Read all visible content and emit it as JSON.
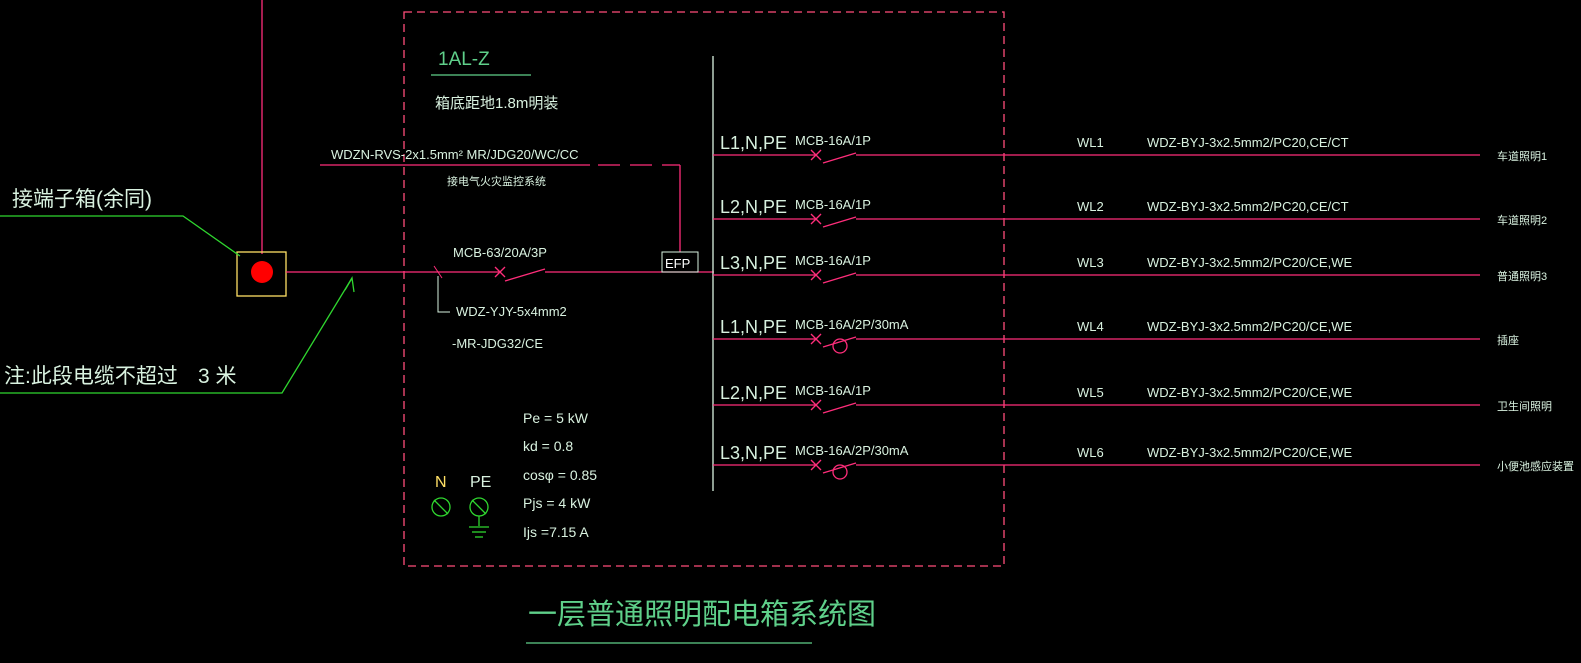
{
  "colors": {
    "background": "#000000",
    "wire": "#ff2d7a",
    "frame": "#ff4d7a",
    "leader": "#2fd62f",
    "text": "#5fd08a",
    "text_light": "#d9f2e0",
    "highlight": "#ffe066",
    "dot": "#ff0000"
  },
  "panel": {
    "name": "1AL-Z",
    "mount_note": "箱底距地1.8m明装"
  },
  "incoming": {
    "fire_cable": "WDZN-RVS-2x1.5mm²  MR/JDG20/WC/CC",
    "fire_note": "接电气火灾监控系统",
    "main_breaker": "MCB-63/20A/3P",
    "cable": "WDZ-YJY-5x4mm2",
    "cable_route": "-MR-JDG32/CE",
    "efp_label": "EFP"
  },
  "left_notes": {
    "terminal_box": "接端子箱(余同)",
    "length_note": "注:此段电缆不超过",
    "length_value": "3 米"
  },
  "circuits": [
    {
      "phase": "L1,N,PE",
      "breaker": "MCB-16A/1P",
      "id": "WL1",
      "cable": "WDZ-BYJ-3x2.5mm2/PC20,CE/CT",
      "load": "车道照明1",
      "rcd": false
    },
    {
      "phase": "L2,N,PE",
      "breaker": "MCB-16A/1P",
      "id": "WL2",
      "cable": "WDZ-BYJ-3x2.5mm2/PC20,CE/CT",
      "load": "车道照明2",
      "rcd": false
    },
    {
      "phase": "L3,N,PE",
      "breaker": "MCB-16A/1P",
      "id": "WL3",
      "cable": "WDZ-BYJ-3x2.5mm2/PC20/CE,WE",
      "load": "普通照明3",
      "rcd": false
    },
    {
      "phase": "L1,N,PE",
      "breaker": "MCB-16A/2P/30mA",
      "id": "WL4",
      "cable": "WDZ-BYJ-3x2.5mm2/PC20/CE,WE",
      "load": "插座",
      "rcd": true
    },
    {
      "phase": "L2,N,PE",
      "breaker": "MCB-16A/1P",
      "id": "WL5",
      "cable": "WDZ-BYJ-3x2.5mm2/PC20/CE,WE",
      "load": "卫生间照明",
      "rcd": false
    },
    {
      "phase": "L3,N,PE",
      "breaker": "MCB-16A/2P/30mA",
      "id": "WL6",
      "cable": "WDZ-BYJ-3x2.5mm2/PC20/CE,WE",
      "load": "小便池感应装置",
      "rcd": true
    }
  ],
  "params": {
    "pe": "Pe = 5 kW",
    "kd": "kd = 0.8",
    "cos": "cosφ = 0.85",
    "pjs": "Pjs = 4 kW",
    "ijs": "Ijs =7.15 A"
  },
  "terminals": {
    "n": "N",
    "pe": "PE"
  },
  "title": "一层普通照明配电箱系统图"
}
